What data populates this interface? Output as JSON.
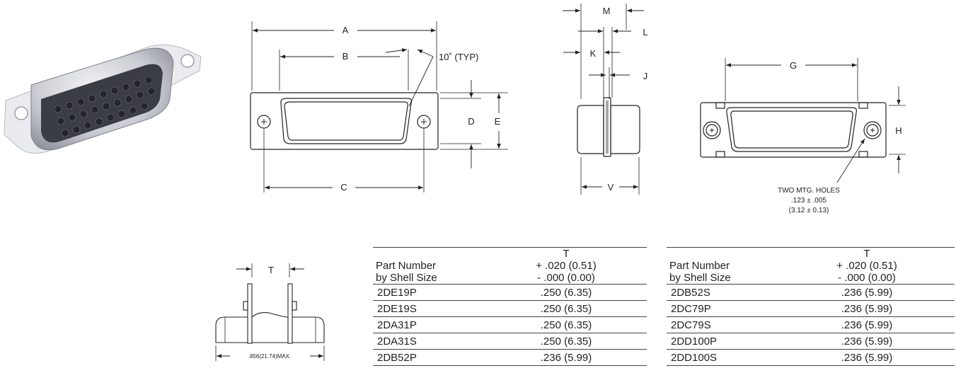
{
  "dimensions": {
    "A": "A",
    "B": "B",
    "C": "C",
    "D": "D",
    "E": "E",
    "G": "G",
    "H": "H",
    "J": "J",
    "K": "K",
    "L": "L",
    "M": "M",
    "V": "V",
    "T": "T"
  },
  "angle_note": "10˚ (TYP)",
  "mount_holes": {
    "line1": "TWO MTG. HOLES",
    "line2": ".123 ± .005",
    "line3": "(3.12 ± 0.13)"
  },
  "side_max_label": ".856(21.74)MAX.",
  "table": {
    "col_part_line1": "Part Number",
    "col_part_line2": "by Shell Size",
    "col_t_line1": "T",
    "col_t_line2": "+ .020 (0.51)",
    "col_t_line3": "- .000 (0.00)",
    "left_rows": [
      {
        "part": "2DE19P",
        "t": ".250 (6.35)"
      },
      {
        "part": "2DE19S",
        "t": ".250 (6.35)"
      },
      {
        "part": "2DA31P",
        "t": ".250 (6.35)"
      },
      {
        "part": "2DA31S",
        "t": ".250 (6.35)"
      },
      {
        "part": "2DB52P",
        "t": ".236 (5.99)"
      }
    ],
    "right_rows": [
      {
        "part": "2DB52S",
        "t": ".236 (5.99)"
      },
      {
        "part": "2DC79P",
        "t": ".236 (5.99)"
      },
      {
        "part": "2DC79S",
        "t": ".236 (5.99)"
      },
      {
        "part": "2DD100P",
        "t": ".236 (5.99)"
      },
      {
        "part": "2DD100S",
        "t": ".236 (5.99)"
      }
    ]
  }
}
